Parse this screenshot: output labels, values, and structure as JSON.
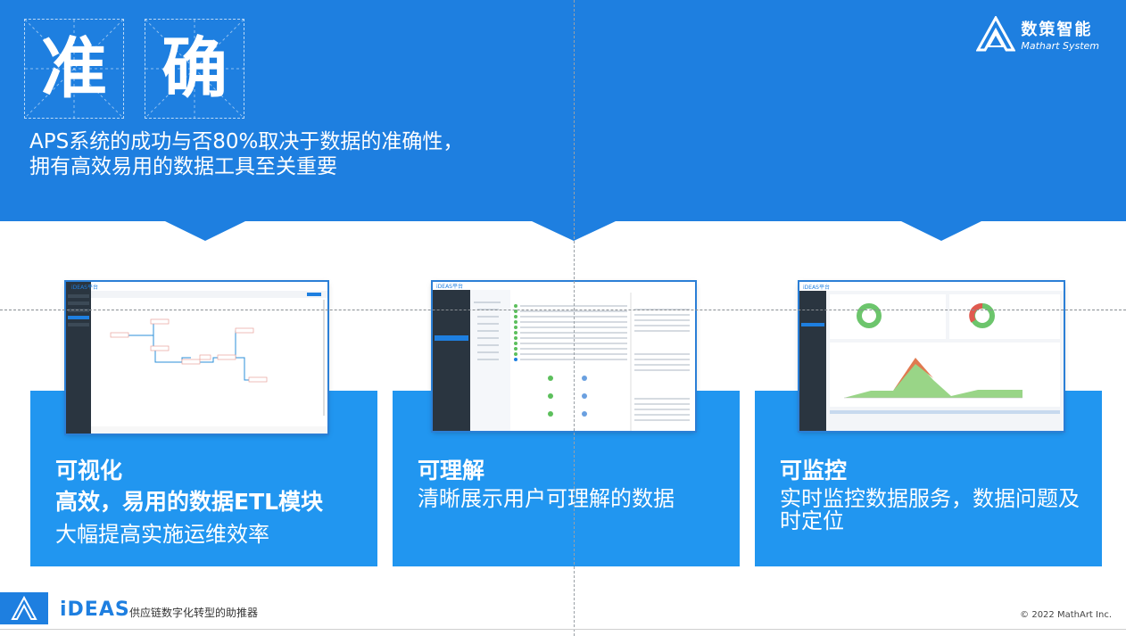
{
  "banner": {
    "title_char_1": "准",
    "title_char_2": "确",
    "subtitle_line1": "APS系统的成功与否80%取决于数据的准确性，",
    "subtitle_line2": "拥有高效易用的数据工具至关重要",
    "color": "#1e7fe0"
  },
  "logo": {
    "cn": "数策智能",
    "en": "Mathart System"
  },
  "cards": [
    {
      "title": "可视化",
      "subtitle": "高效，易用的数据ETL模块",
      "desc": "大幅提高实施运维效率"
    },
    {
      "title": "可理解",
      "desc": "清晰展示用户可理解的数据"
    },
    {
      "title": "可监控",
      "desc": "实时监控数据服务，数据问题及时定位"
    }
  ],
  "screenshots": {
    "app_name": "iDEAS平台"
  },
  "footer": {
    "brand": "iDEAS",
    "slogan": "供应链数字化转型的助推器",
    "copyright": "© 2022 MathArt Inc."
  },
  "colors": {
    "primary": "#1e7fe0",
    "card": "#2196f0",
    "sidebar": "#2a3540",
    "green": "#5cbf5c"
  }
}
